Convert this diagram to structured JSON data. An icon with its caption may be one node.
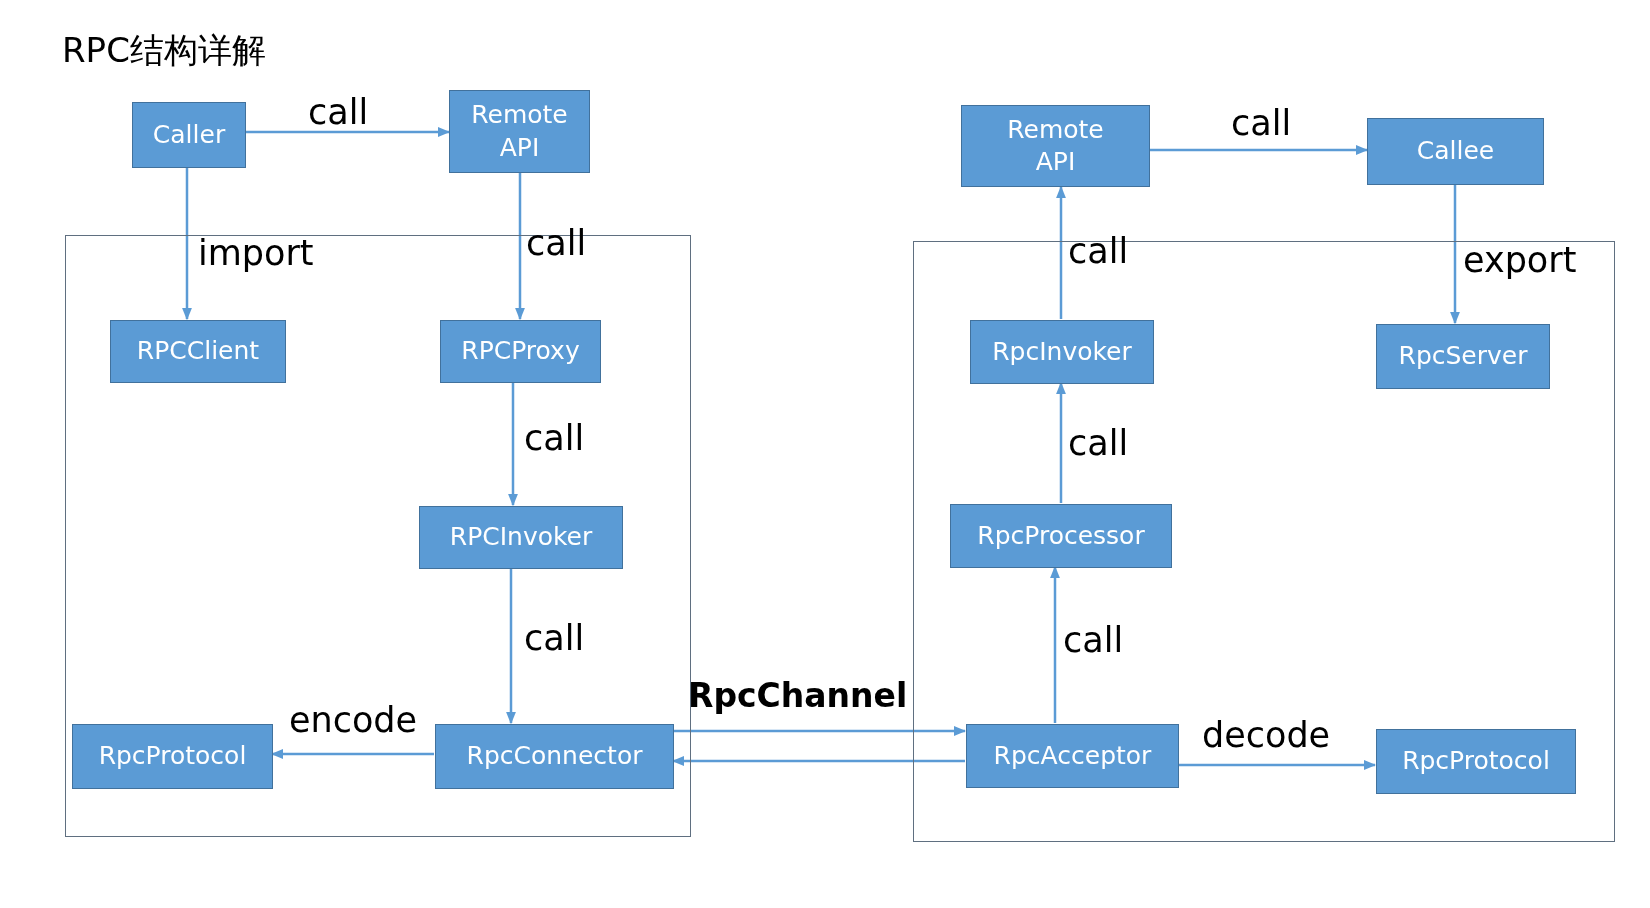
{
  "diagram": {
    "title": "RPC结构详解",
    "nodes": [
      {
        "text": [
          "Caller"
        ]
      },
      {
        "text": [
          "Remote API"
        ]
      },
      {
        "text": [
          "Remote API"
        ]
      },
      {
        "text": [
          "Callee"
        ]
      },
      {
        "text": [],
        "shape": "box"
      },
      {
        "text": [
          "RPCClient"
        ],
        "in": 4
      },
      {
        "text": [
          "RPCProxy"
        ],
        "in": 4
      },
      {
        "text": [
          "RPCInvoker"
        ],
        "in": 4
      },
      {
        "text": [
          "RpcProtocol"
        ],
        "in": 4
      },
      {
        "text": [
          "RpcConnector"
        ],
        "in": 4
      },
      {
        "text": [],
        "shape": "box"
      },
      {
        "text": [
          "RpcInvoker"
        ],
        "in": 10
      },
      {
        "text": [
          "RpcServer"
        ],
        "in": 10
      },
      {
        "text": [
          "RpcProcessor"
        ],
        "in": 10
      },
      {
        "text": [
          "RpcAcceptor"
        ],
        "in": 10
      },
      {
        "text": [
          "RpcProtocol"
        ],
        "in": 10
      }
    ],
    "edges": [
      {
        "from": 0,
        "to": 1,
        "arrow": "to",
        "label": "call"
      },
      {
        "from": 0,
        "to": 5,
        "arrow": "to",
        "label": "import"
      },
      {
        "from": 1,
        "to": 6,
        "arrow": "to",
        "label": "call"
      },
      {
        "from": 6,
        "to": 7,
        "arrow": "to",
        "label": "call"
      },
      {
        "from": 7,
        "to": 9,
        "arrow": "to",
        "label": "call"
      },
      {
        "from": 9,
        "to": 8,
        "arrow": "to",
        "label": "encode"
      },
      {
        "from": 9,
        "to": 14,
        "arrow": "to",
        "label": "RpcChannel"
      },
      {
        "from": 14,
        "to": 9,
        "arrow": "to"
      },
      {
        "from": 14,
        "to": 13,
        "arrow": "to",
        "label": "call"
      },
      {
        "from": 13,
        "to": 11,
        "arrow": "to",
        "label": "call"
      },
      {
        "from": 11,
        "to": 2,
        "arrow": "to",
        "label": "call"
      },
      {
        "from": 2,
        "to": 3,
        "arrow": "to",
        "label": "call"
      },
      {
        "from": 3,
        "to": 12,
        "arrow": "to",
        "label": "export"
      },
      {
        "from": 14,
        "to": 15,
        "arrow": "to",
        "label": "decode"
      }
    ]
  }
}
